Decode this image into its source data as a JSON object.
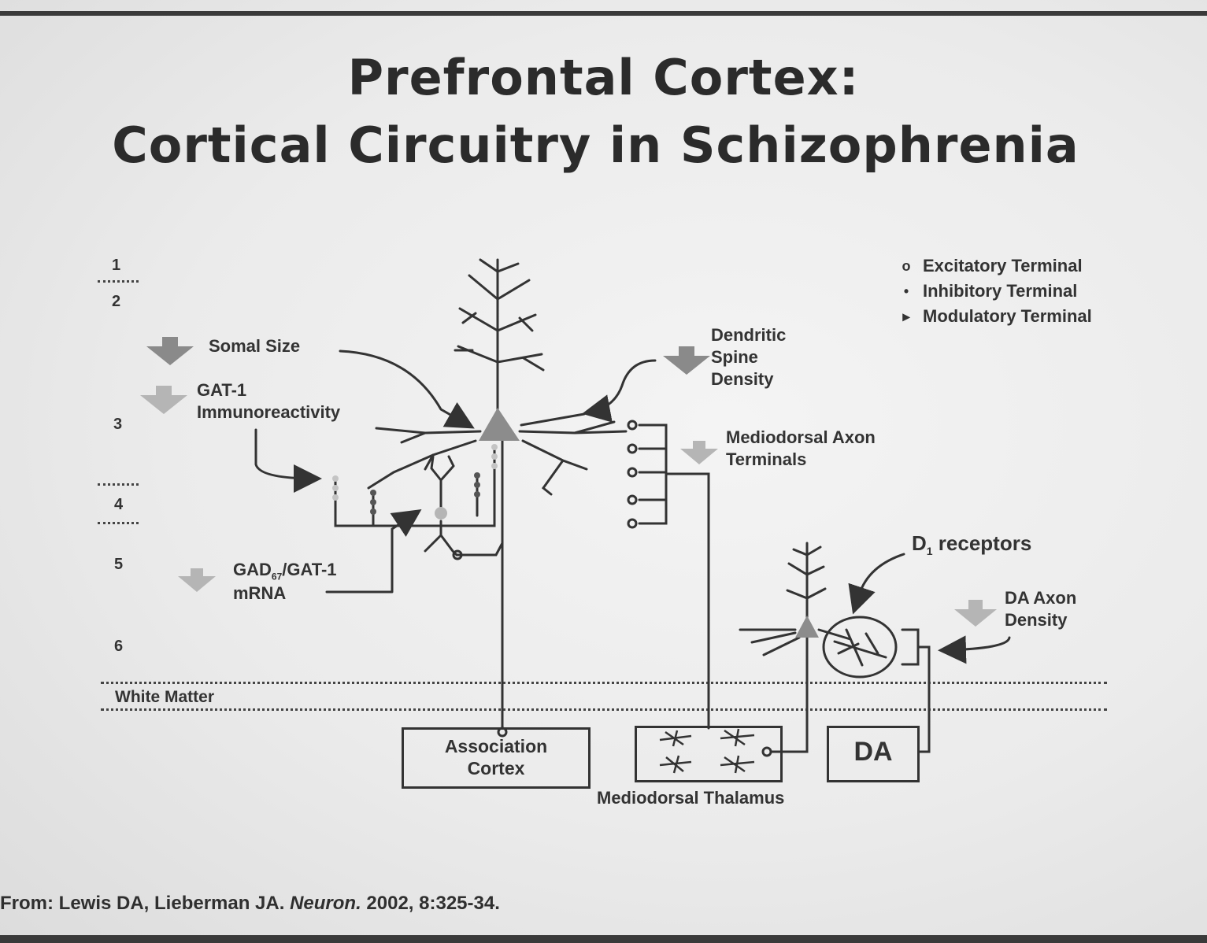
{
  "title": {
    "line1": "Prefrontal Cortex:",
    "line2": "Cortical Circuitry in Schizophrenia"
  },
  "layers": [
    "1",
    "2",
    "3",
    "4",
    "5",
    "6"
  ],
  "white_matter": "White Matter",
  "legend": [
    {
      "symbol": "o",
      "label": "Excitatory Terminal"
    },
    {
      "symbol": "•",
      "label": "Inhibitory Terminal"
    },
    {
      "symbol": "▸",
      "label": "Modulatory Terminal"
    }
  ],
  "labels": {
    "somal_size": "Somal Size",
    "gat1_line1": "GAT-1",
    "gat1_line2": "Immunoreactivity",
    "gad_main": "GAD",
    "gad_sub": "67",
    "gad_rest": "/GAT-1",
    "gad_line2": "mRNA",
    "dendritic_line1": "Dendritic",
    "dendritic_line2": "Spine",
    "dendritic_line3": "Density",
    "md_axon_line1": "Mediodorsal Axon",
    "md_axon_line2": "Terminals",
    "d1_main": "D",
    "d1_sub": "1",
    "d1_rest": " receptors",
    "da_axon_line1": "DA Axon",
    "da_axon_line2": "Density"
  },
  "boxes": {
    "association_line1": "Association",
    "association_line2": "Cortex",
    "mediodorsal_thalamus": "Mediodorsal Thalamus",
    "da": "DA"
  },
  "citation": {
    "prefix": "From: Lewis DA, Lieberman JA. ",
    "journal": "Neuron.",
    "suffix": " 2002, 8:325-34."
  },
  "colors": {
    "ink": "#333333",
    "arrow_dark": "#8a8a8a",
    "arrow_light": "#b5b5b5",
    "soma": "#8c8c8c"
  }
}
